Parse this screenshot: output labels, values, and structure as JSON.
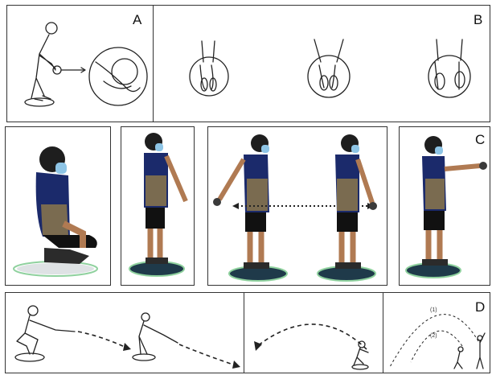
{
  "panels": {
    "a": {
      "label": "A"
    },
    "b": {
      "label": "B"
    },
    "c": {
      "label": "C"
    },
    "d": {
      "label": "D"
    }
  },
  "throw_annotations": {
    "upper_arc": "(1)",
    "lower_arc": "(2)"
  },
  "colors": {
    "jersey": "#1b2a6b",
    "jersey_pattern": "#c9a13b",
    "shorts": "#111111",
    "mask": "#8ec5e6",
    "skin": "#b07a52",
    "board": "#1f3a4a",
    "board_rim": "#8fd19e",
    "ball": "#3a3a3a"
  }
}
